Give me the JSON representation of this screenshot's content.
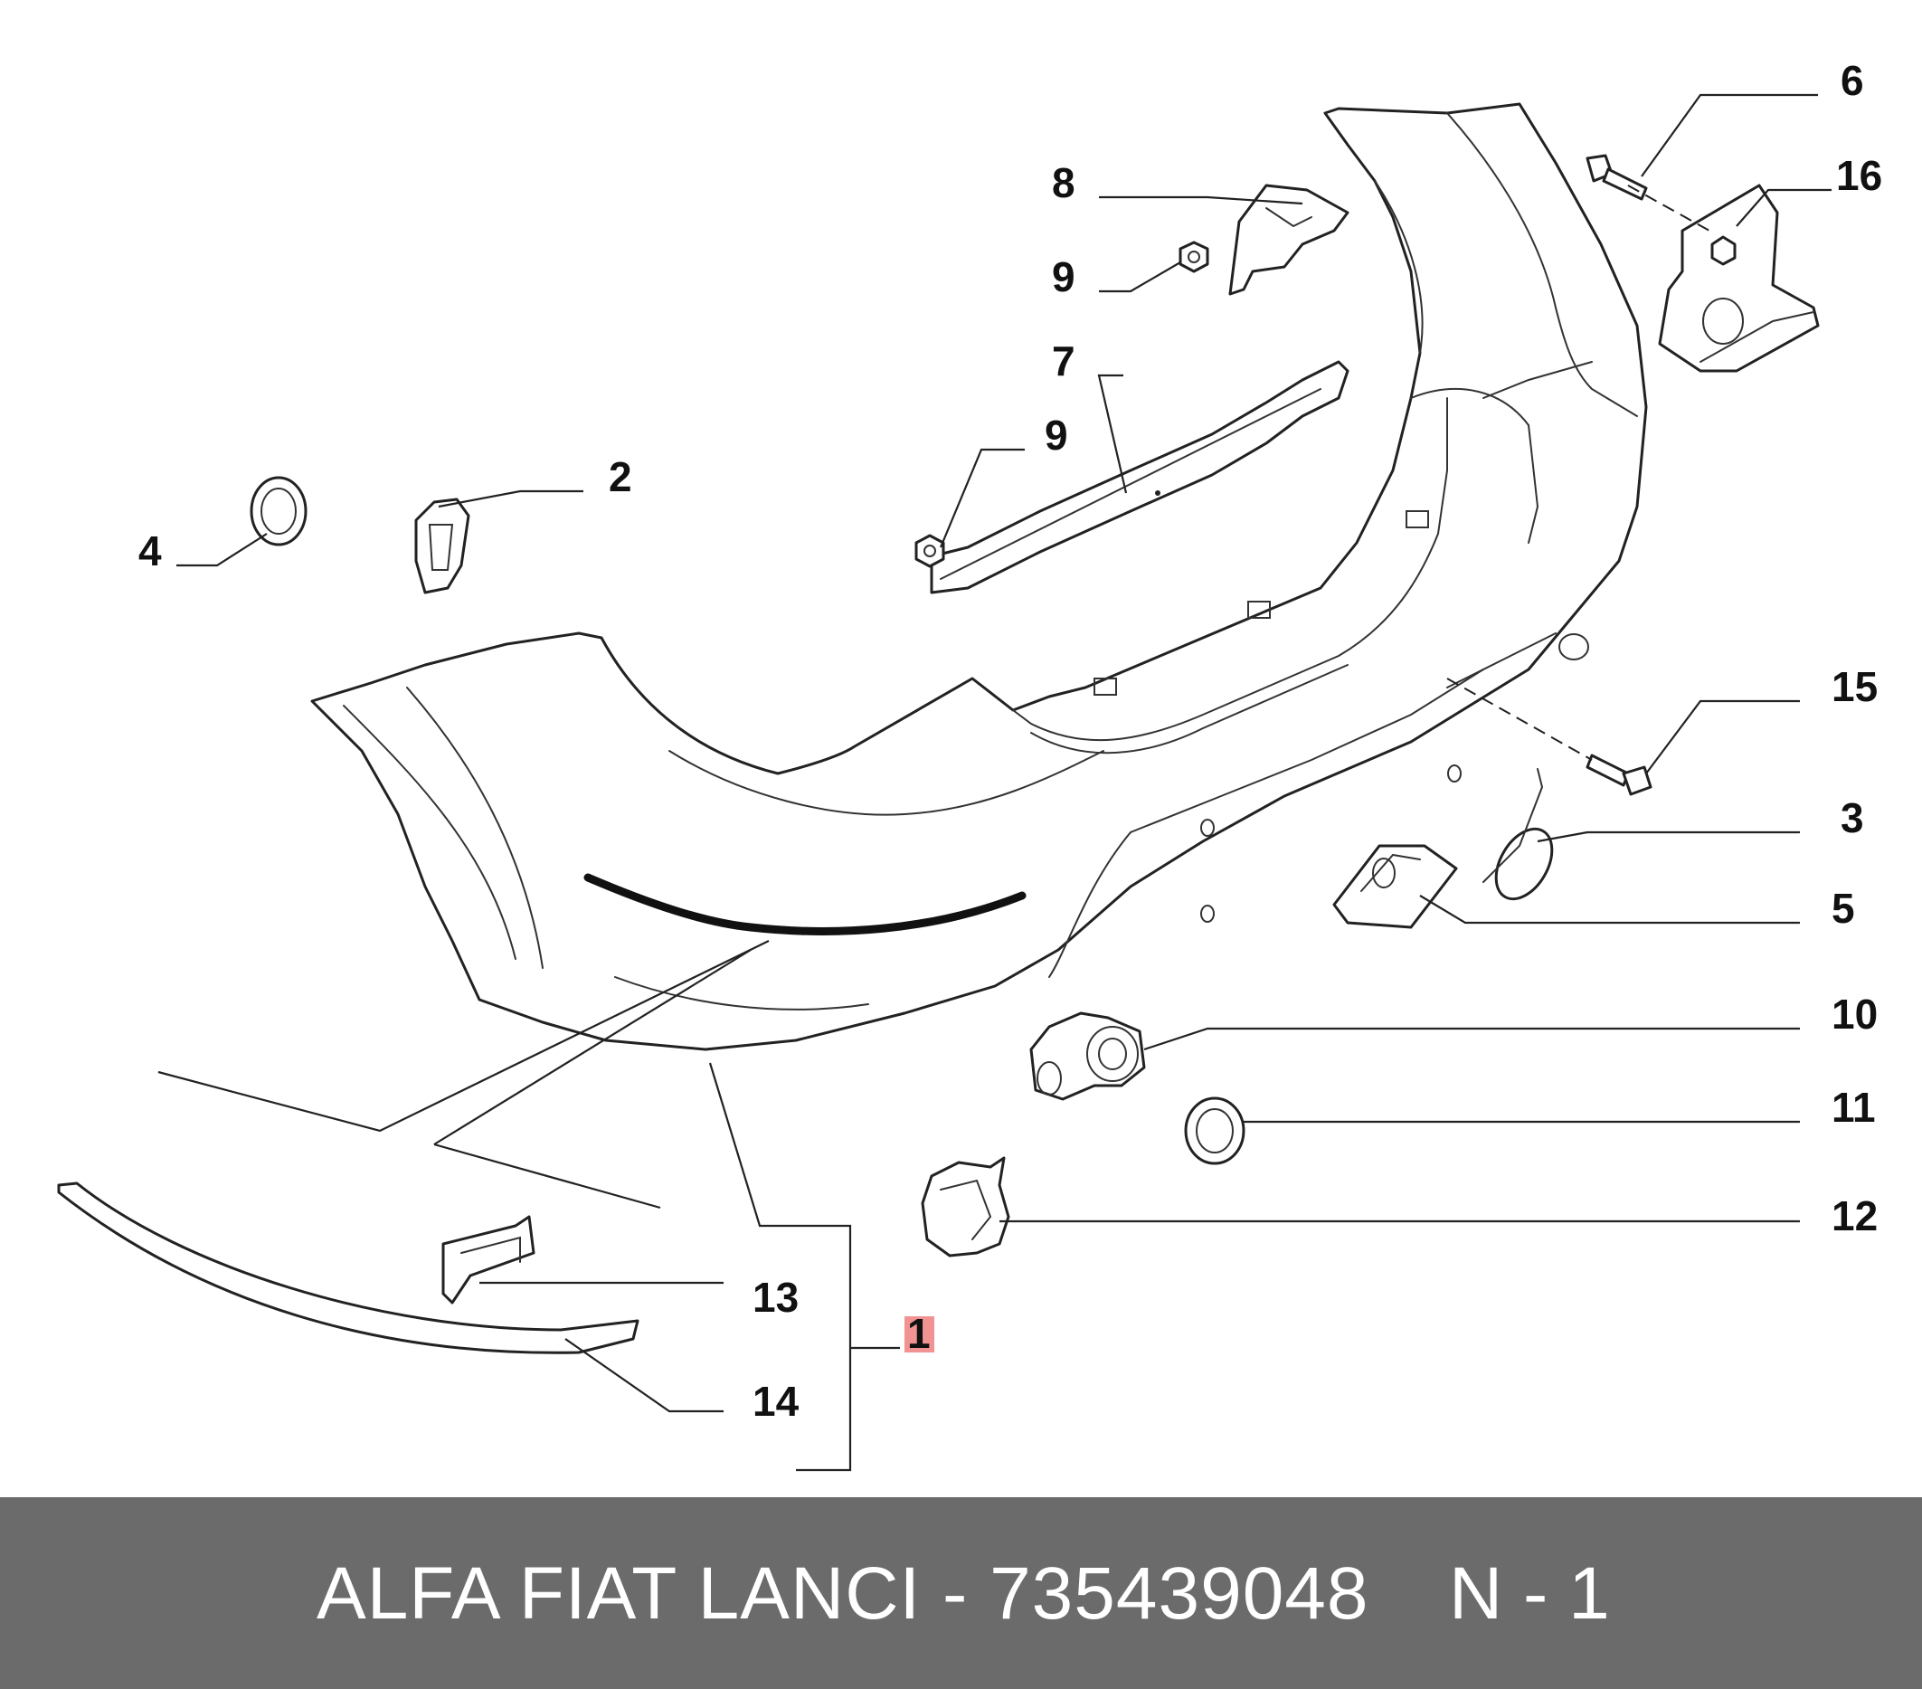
{
  "diagram": {
    "callouts": [
      "6",
      "16",
      "8",
      "9",
      "7",
      "9",
      "2",
      "4",
      "15",
      "3",
      "5",
      "10",
      "11",
      "12",
      "13",
      "14",
      "1"
    ],
    "highlighted_callout": "1",
    "highlight_color": "#f08080"
  },
  "footer": {
    "title": "ALFA FIAT LANCI - 735439048",
    "page": "N - 1",
    "background_color": "#6b6b6b"
  }
}
